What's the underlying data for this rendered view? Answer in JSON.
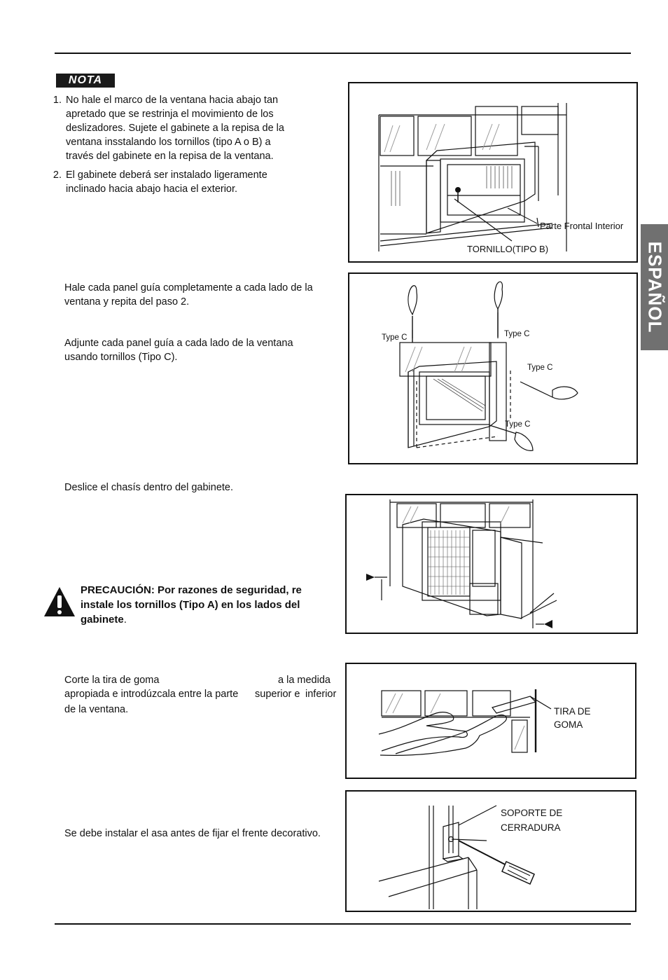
{
  "side_tab": "ESPAÑOL",
  "nota": {
    "badge": "NOTA",
    "items": [
      "No hale el marco de la ventana hacia abajo tan apretado que se restrinja el movimiento de los deslizadores. Sujete el gabinete a la repisa de la ventana insstalando los tornillos (tipo A o B) a través del gabinete en la repisa de la ventana.",
      "El gabinete deberá ser instalado ligeramente inclinado hacia abajo hacia el exterior."
    ]
  },
  "fig1": {
    "label_front": "Parte Frontal Interior",
    "label_screw": "TORNILLO(TIPO B)"
  },
  "step_guide_pull": "Hale cada panel guía completamente a cada lado de la ventana y repita del paso 2.",
  "step_guide_attach": "Adjunte cada panel guía a cada lado de la ventana usando tornillos (Tipo C).",
  "fig2": {
    "type_c": "Type C"
  },
  "step_slide": "Deslice el chasís dentro del gabinete.",
  "caution": {
    "heading": "PRECAUCIÓN: Por razones de seguridad, re instale los tornillos (Tipo A) en los lados del gabinete",
    "end": "."
  },
  "step_rubber_a": "Corte la tira de goma",
  "step_rubber_b": "a la medida",
  "step_rubber_c": "apropiada e introdúzcala entre la parte",
  "step_rubber_d": "superior e",
  "step_rubber_e": "inferior",
  "step_rubber_f": "de la ventana.",
  "fig4": {
    "label_line1": "TIRA DE",
    "label_line2": "GOMA"
  },
  "step_handle": "Se debe instalar el asa antes de fijar el frente decorativo.",
  "fig5": {
    "label_line1": "SOPORTE DE",
    "label_line2": "CERRADURA"
  }
}
